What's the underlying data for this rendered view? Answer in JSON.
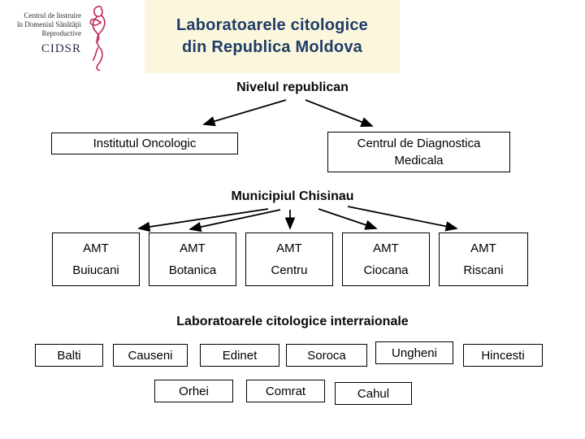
{
  "logo": {
    "org_lines": [
      "Centrul de Instruire",
      "în Domeniul Sănătăţii",
      "Reproductive"
    ],
    "acronym": "CIDSR",
    "figure_color": "#c2265c"
  },
  "title": {
    "line1": "Laboratoarele citologice",
    "line2": "din Republica Moldova",
    "text_color": "#1f3d68",
    "band_color": "#fbf7dd"
  },
  "sections": {
    "republican": {
      "heading": "Nivelul republican",
      "boxes": [
        {
          "label": "Institutul Oncologic"
        },
        {
          "line1": "Centrul de Diagnostica",
          "line2": "Medicala"
        }
      ]
    },
    "chisinau": {
      "heading": "Municipiul Chisinau",
      "boxes": [
        {
          "line1": "AMT",
          "line2": "Buiucani"
        },
        {
          "line1": "AMT",
          "line2": "Botanica"
        },
        {
          "line1": "AMT",
          "line2": "Centru"
        },
        {
          "line1": "AMT",
          "line2": "Ciocana"
        },
        {
          "line1": "AMT",
          "line2": "Riscani"
        }
      ]
    },
    "interraional": {
      "heading": "Laboratoarele citologice interraionale",
      "row1": [
        "Balti",
        "Causeni",
        "Edinet",
        "Soroca",
        "Ungheni",
        "Hincesti"
      ],
      "row2": [
        "Orhei",
        "Comrat",
        "Cahul"
      ]
    }
  }
}
